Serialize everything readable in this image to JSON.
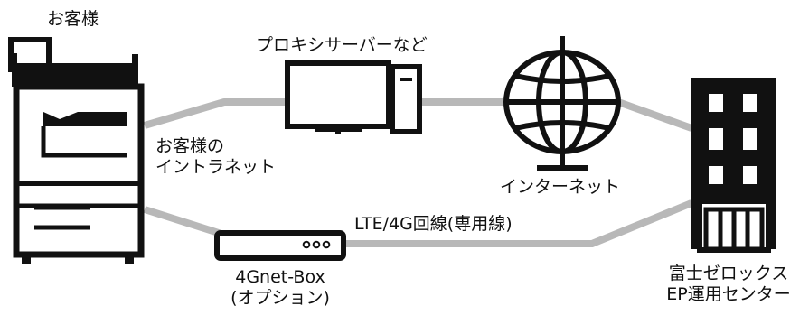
{
  "diagram": {
    "customer": {
      "label": "お客様"
    },
    "customer_intranet": {
      "line1": "お客様の",
      "line2": "イントラネット"
    },
    "proxy": {
      "label": "プロキシサーバーなど"
    },
    "internet": {
      "label": "インターネット"
    },
    "lte_line": {
      "label": "LTE/4G回線(専用線)"
    },
    "gnet_box": {
      "line1": "4Gnet-Box",
      "line2": "(オプション)"
    },
    "fuji_center": {
      "line1": "富士ゼロックス",
      "line2": "EP運用センター"
    },
    "colors": {
      "stroke": "#111111",
      "connection_line": "#b8b8b8",
      "background": "#ffffff"
    },
    "icons": [
      "printer-icon",
      "desktop-computer-icon",
      "globe-icon",
      "building-icon",
      "router-box-icon"
    ]
  }
}
